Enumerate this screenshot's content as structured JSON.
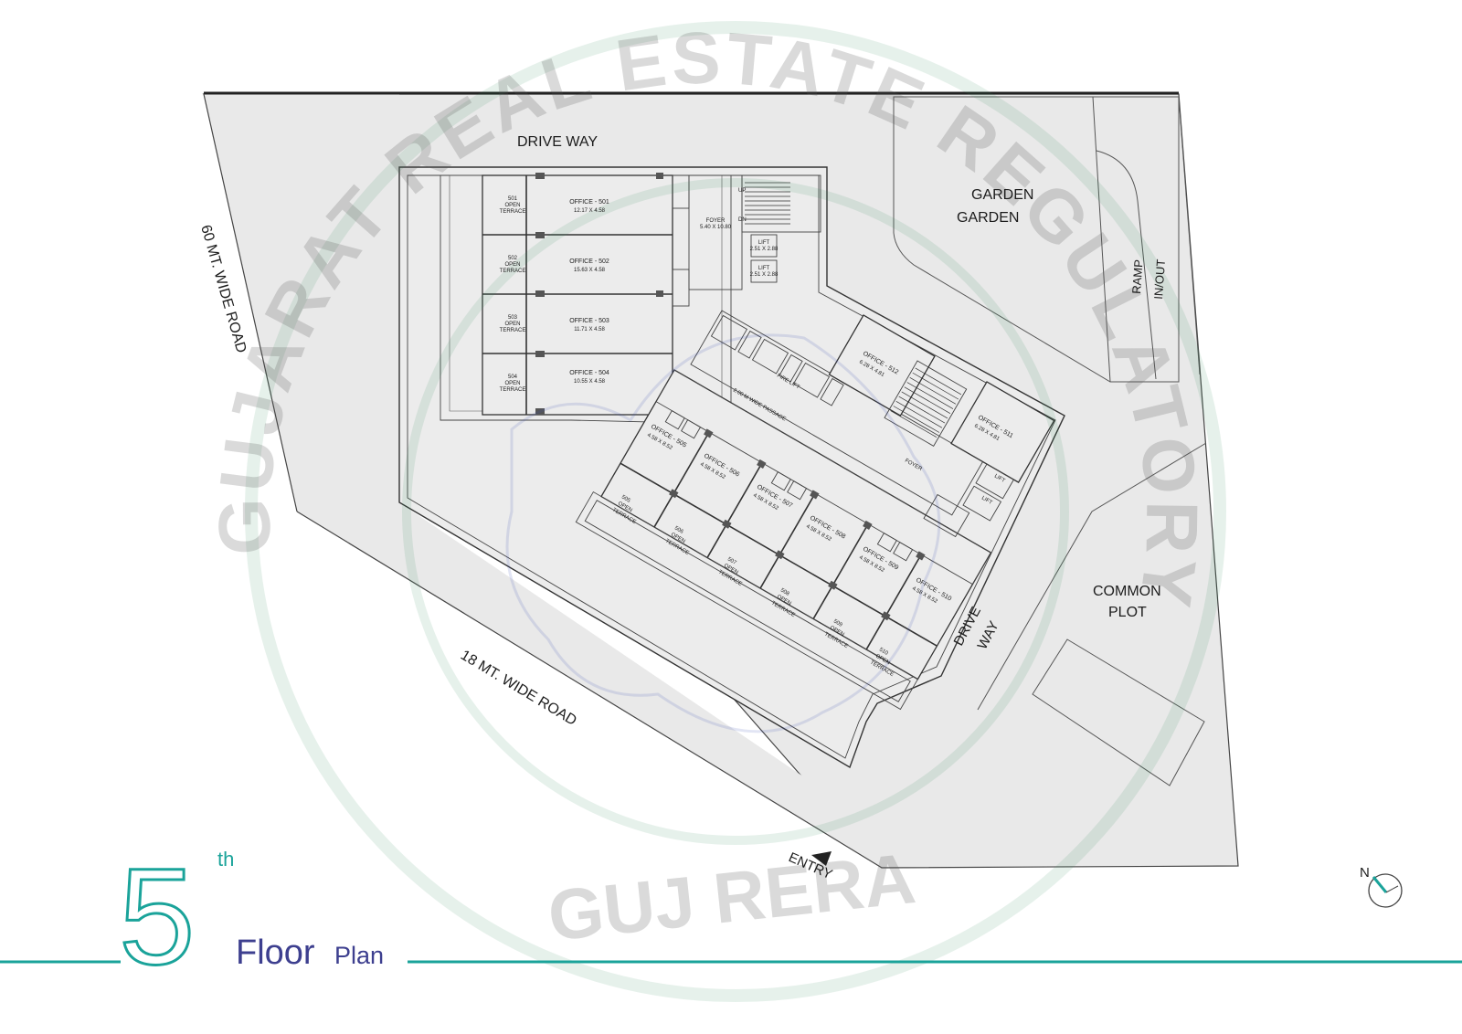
{
  "title": {
    "number": "5",
    "superscript": "th",
    "floor": "Floor",
    "plan": "Plan"
  },
  "colors": {
    "accent_teal": "#1aa39a",
    "accent_purple": "#3d3f8f",
    "site_fill": "#e9e9e9",
    "building_fill": "#ececec",
    "line": "#333333"
  },
  "site_labels": {
    "drive_way_top": "DRIVE WAY",
    "road_60": "60 MT. WIDE ROAD",
    "road_18": "18 MT. WIDE ROAD",
    "garden_1": "GARDEN",
    "garden_2": "GARDEN",
    "ramp": "RAMP",
    "inout": "IN/OUT",
    "common_plot_1": "COMMON",
    "common_plot_2": "PLOT",
    "drive_way_side_1": "DRIVE",
    "drive_way_side_2": "WAY",
    "entry": "ENTRY",
    "north": "N"
  },
  "offices_west": [
    {
      "name": "OFFICE - 501",
      "size": "12.17 X 4.58"
    },
    {
      "name": "OFFICE - 502",
      "size": "15.63 X 4.58"
    },
    {
      "name": "OFFICE - 503",
      "size": "11.71 X 4.58"
    },
    {
      "name": "OFFICE - 504",
      "size": "10.55 X 4.58"
    }
  ],
  "terraces_west": [
    {
      "id": "501",
      "text": "OPEN",
      "text2": "TERRACE"
    },
    {
      "id": "502",
      "text": "OPEN",
      "text2": "TERRACE"
    },
    {
      "id": "503",
      "text": "OPEN",
      "text2": "TERRACE"
    },
    {
      "id": "504",
      "text": "OPEN",
      "text2": "TERRACE"
    }
  ],
  "offices_south": [
    {
      "name": "OFFICE - 505",
      "size": "4.58 X 8.52"
    },
    {
      "name": "OFFICE - 506",
      "size": "4.58 X 8.52"
    },
    {
      "name": "OFFICE - 507",
      "size": "4.58 X 8.52"
    },
    {
      "name": "OFFICE - 508",
      "size": "4.58 X 8.52"
    },
    {
      "name": "OFFICE - 509",
      "size": "4.58 X 8.52"
    },
    {
      "name": "OFFICE - 510",
      "size": "4.58 X 8.52"
    }
  ],
  "terraces_south": [
    {
      "id": "505",
      "text": "OPEN",
      "text2": "TERRACE"
    },
    {
      "id": "506",
      "text": "OPEN",
      "text2": "TERRACE"
    },
    {
      "id": "507",
      "text": "OPEN",
      "text2": "TERRACE"
    },
    {
      "id": "508",
      "text": "OPEN",
      "text2": "TERRACE"
    },
    {
      "id": "509",
      "text": "OPEN",
      "text2": "TERRACE"
    },
    {
      "id": "510",
      "text": "OPEN",
      "text2": "TERRACE"
    }
  ],
  "offices_east": [
    {
      "name": "OFFICE - 511",
      "size": "6.28 X 4.81"
    },
    {
      "name": "OFFICE - 512",
      "size": "6.28 X 4.81"
    }
  ],
  "core": {
    "lift": "LIFT",
    "lift_size": "2.51 X 2.88",
    "foyer": "FOYER",
    "foyer_size": "5.40 X 10.80",
    "corridor": "2.00 M WIDE PASSAGE",
    "fire_lift": "FIRE LIFT",
    "up": "UP",
    "dn": "DN"
  },
  "watermark": {
    "arc_text": "GUJARAT REAL ESTATE REGULATORY AUTHORITY",
    "bottom_text": "GUJ RERA"
  }
}
